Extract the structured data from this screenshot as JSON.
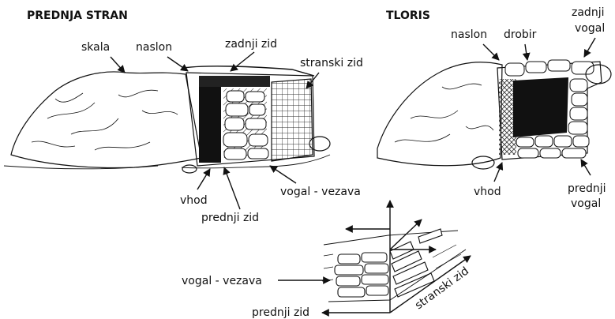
{
  "front_view": {
    "title": "PREDNJA STRAN",
    "labels": {
      "rock": "skala",
      "support": "naslon",
      "back_wall": "zadnji zid",
      "side_wall": "stranski zid",
      "entrance": "vhod",
      "front_wall": "prednji zid",
      "corner_binding": "vogal - vezava"
    }
  },
  "plan_view": {
    "title": "TLORIS",
    "labels": {
      "support": "naslon",
      "rubble": "drobir",
      "back_corner_line1": "zadnji",
      "back_corner_line2": "vogal",
      "entrance": "vhod",
      "front_corner_line1": "prednji",
      "front_corner_line2": "vogal"
    }
  },
  "corner_detail": {
    "labels": {
      "corner_binding": "vogal - vezava",
      "front_wall": "prednji zid",
      "side_wall": "stranski zid"
    }
  },
  "colors": {
    "ink": "#111111",
    "paper": "#ffffff"
  }
}
